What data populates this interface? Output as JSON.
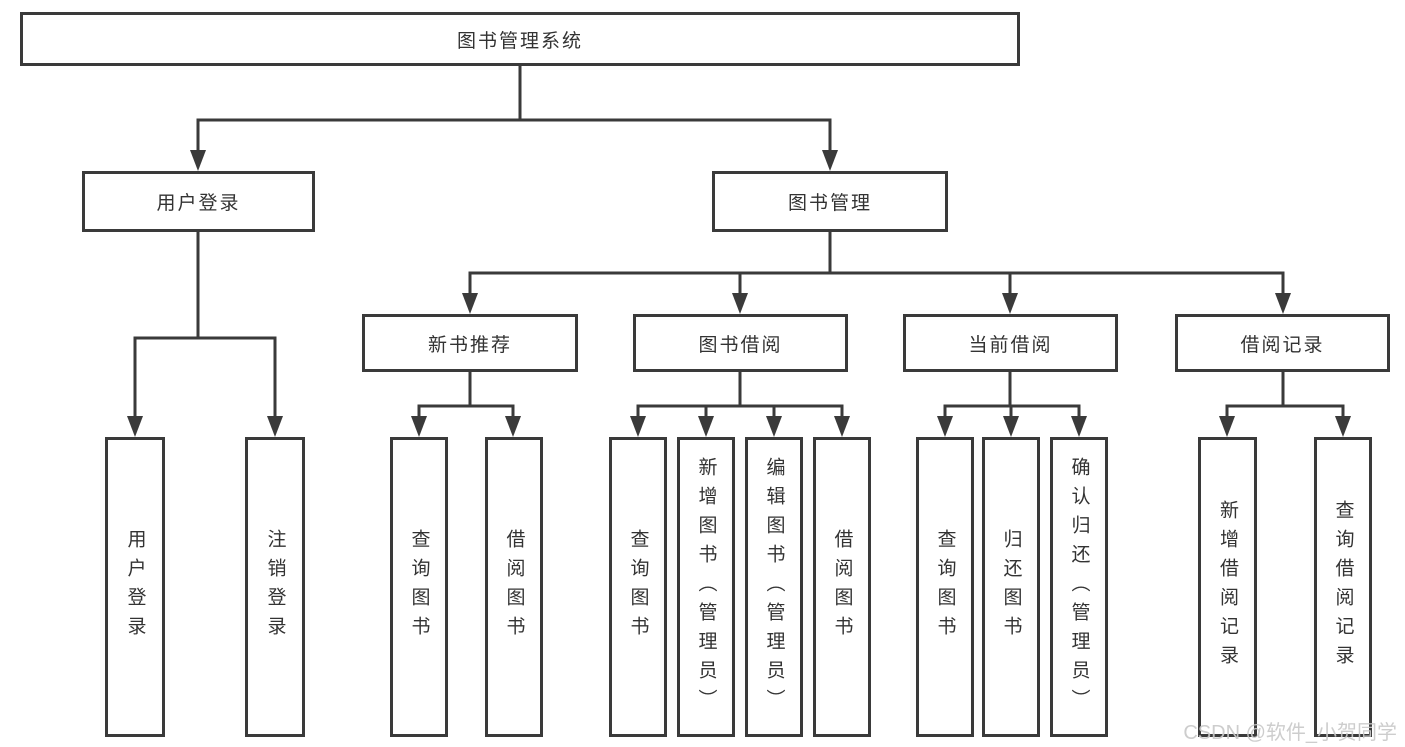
{
  "diagram": {
    "line_color": "#3a3a3a",
    "root": {
      "label": "图书管理系统"
    },
    "branches": [
      {
        "label": "用户登录",
        "children": [
          {
            "label": "用户登录"
          },
          {
            "label": "注销登录"
          }
        ]
      },
      {
        "label": "图书管理",
        "children": [
          {
            "label": "新书推荐",
            "children": [
              {
                "label": "查询图书"
              },
              {
                "label": "借阅图书"
              }
            ]
          },
          {
            "label": "图书借阅",
            "children": [
              {
                "label": "查询图书"
              },
              {
                "label": "新增图书（管理员）"
              },
              {
                "label": "编辑图书（管理员）"
              },
              {
                "label": "借阅图书"
              }
            ]
          },
          {
            "label": "当前借阅",
            "children": [
              {
                "label": "查询图书"
              },
              {
                "label": "归还图书"
              },
              {
                "label": "确认归还（管理员）"
              }
            ]
          },
          {
            "label": "借阅记录",
            "children": [
              {
                "label": "新增借阅记录"
              },
              {
                "label": "查询借阅记录"
              }
            ]
          }
        ]
      }
    ]
  },
  "watermark": {
    "text": "CSDN @软件_小贺同学"
  }
}
